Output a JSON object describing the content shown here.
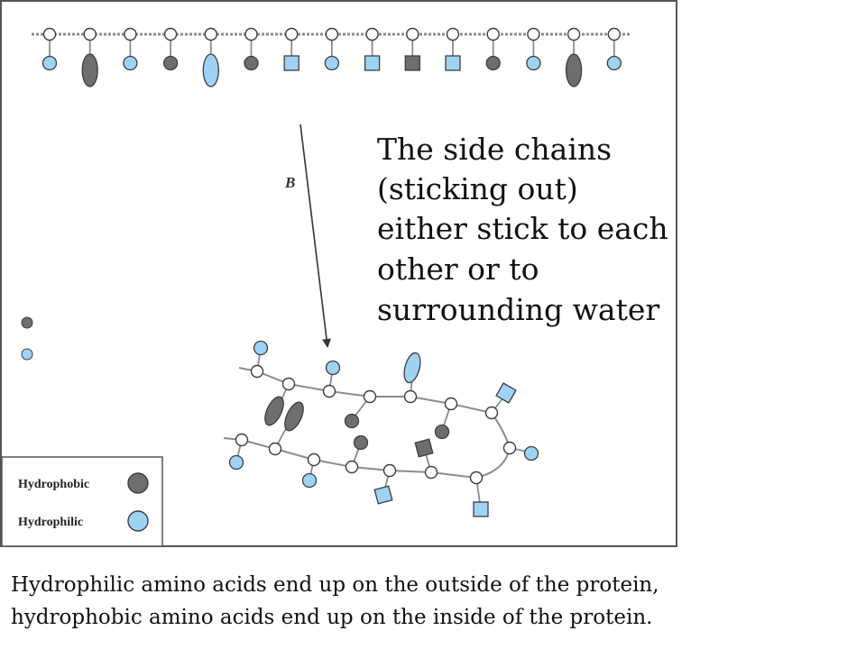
{
  "colors": {
    "hydrophobic": "#6e6e6e",
    "hydrophilic": "#9fd3f3",
    "backbone": "#8c8c8c",
    "outline": "#3d3d3d",
    "frame": "#555555"
  },
  "arrow": {
    "label": "B"
  },
  "callout": {
    "lines": [
      "The side chains",
      "(sticking out)",
      "either stick to each",
      "other or to",
      "surrounding water"
    ]
  },
  "legend": {
    "items": [
      {
        "label": "Hydrophobic",
        "kind": "hydrophobic"
      },
      {
        "label": "Hydrophilic",
        "kind": "hydrophilic"
      }
    ]
  },
  "caption": {
    "lines": [
      "Hydrophilic amino acids end up on the outside of the protein,",
      "hydrophobic amino acids end up on the inside of the protein."
    ]
  },
  "chain_residues": [
    {
      "shape": "circle",
      "kind": "hydrophilic"
    },
    {
      "shape": "ellipse",
      "kind": "hydrophobic"
    },
    {
      "shape": "circle",
      "kind": "hydrophilic"
    },
    {
      "shape": "circle",
      "kind": "hydrophobic"
    },
    {
      "shape": "ellipse",
      "kind": "hydrophilic"
    },
    {
      "shape": "circle",
      "kind": "hydrophobic"
    },
    {
      "shape": "square",
      "kind": "hydrophilic"
    },
    {
      "shape": "circle",
      "kind": "hydrophilic"
    },
    {
      "shape": "square",
      "kind": "hydrophilic"
    },
    {
      "shape": "square",
      "kind": "hydrophobic"
    },
    {
      "shape": "square",
      "kind": "hydrophilic"
    },
    {
      "shape": "circle",
      "kind": "hydrophobic"
    },
    {
      "shape": "circle",
      "kind": "hydrophilic"
    },
    {
      "shape": "ellipse",
      "kind": "hydrophobic"
    },
    {
      "shape": "circle",
      "kind": "hydrophilic"
    }
  ]
}
